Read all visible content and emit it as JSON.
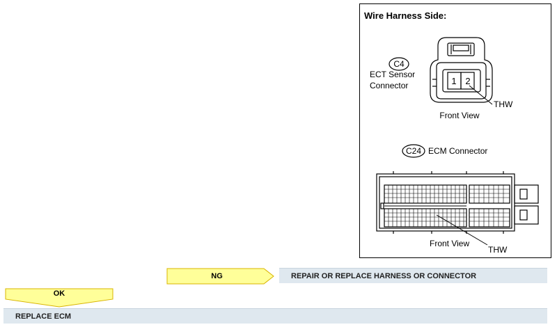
{
  "diagram": {
    "title": "Wire Harness Side:",
    "ect_connector": {
      "code": "C4",
      "name_line1": "ECT Sensor",
      "name_line2": "Connector",
      "pin1": "1",
      "pin2": "2",
      "terminal": "THW",
      "view": "Front View"
    },
    "ecm_connector": {
      "code": "C24",
      "name": "ECM Connector",
      "view": "Front View",
      "terminal": "THW"
    }
  },
  "flow": {
    "ng_label": "NG",
    "ng_action": "REPAIR OR REPLACE HARNESS OR CONNECTOR",
    "ok_label": "OK",
    "ok_action": "REPLACE ECM"
  },
  "colors": {
    "arrow_fill": "#ffff99",
    "arrow_stroke": "#d9b400",
    "bar_fill": "#dfe8ef"
  }
}
